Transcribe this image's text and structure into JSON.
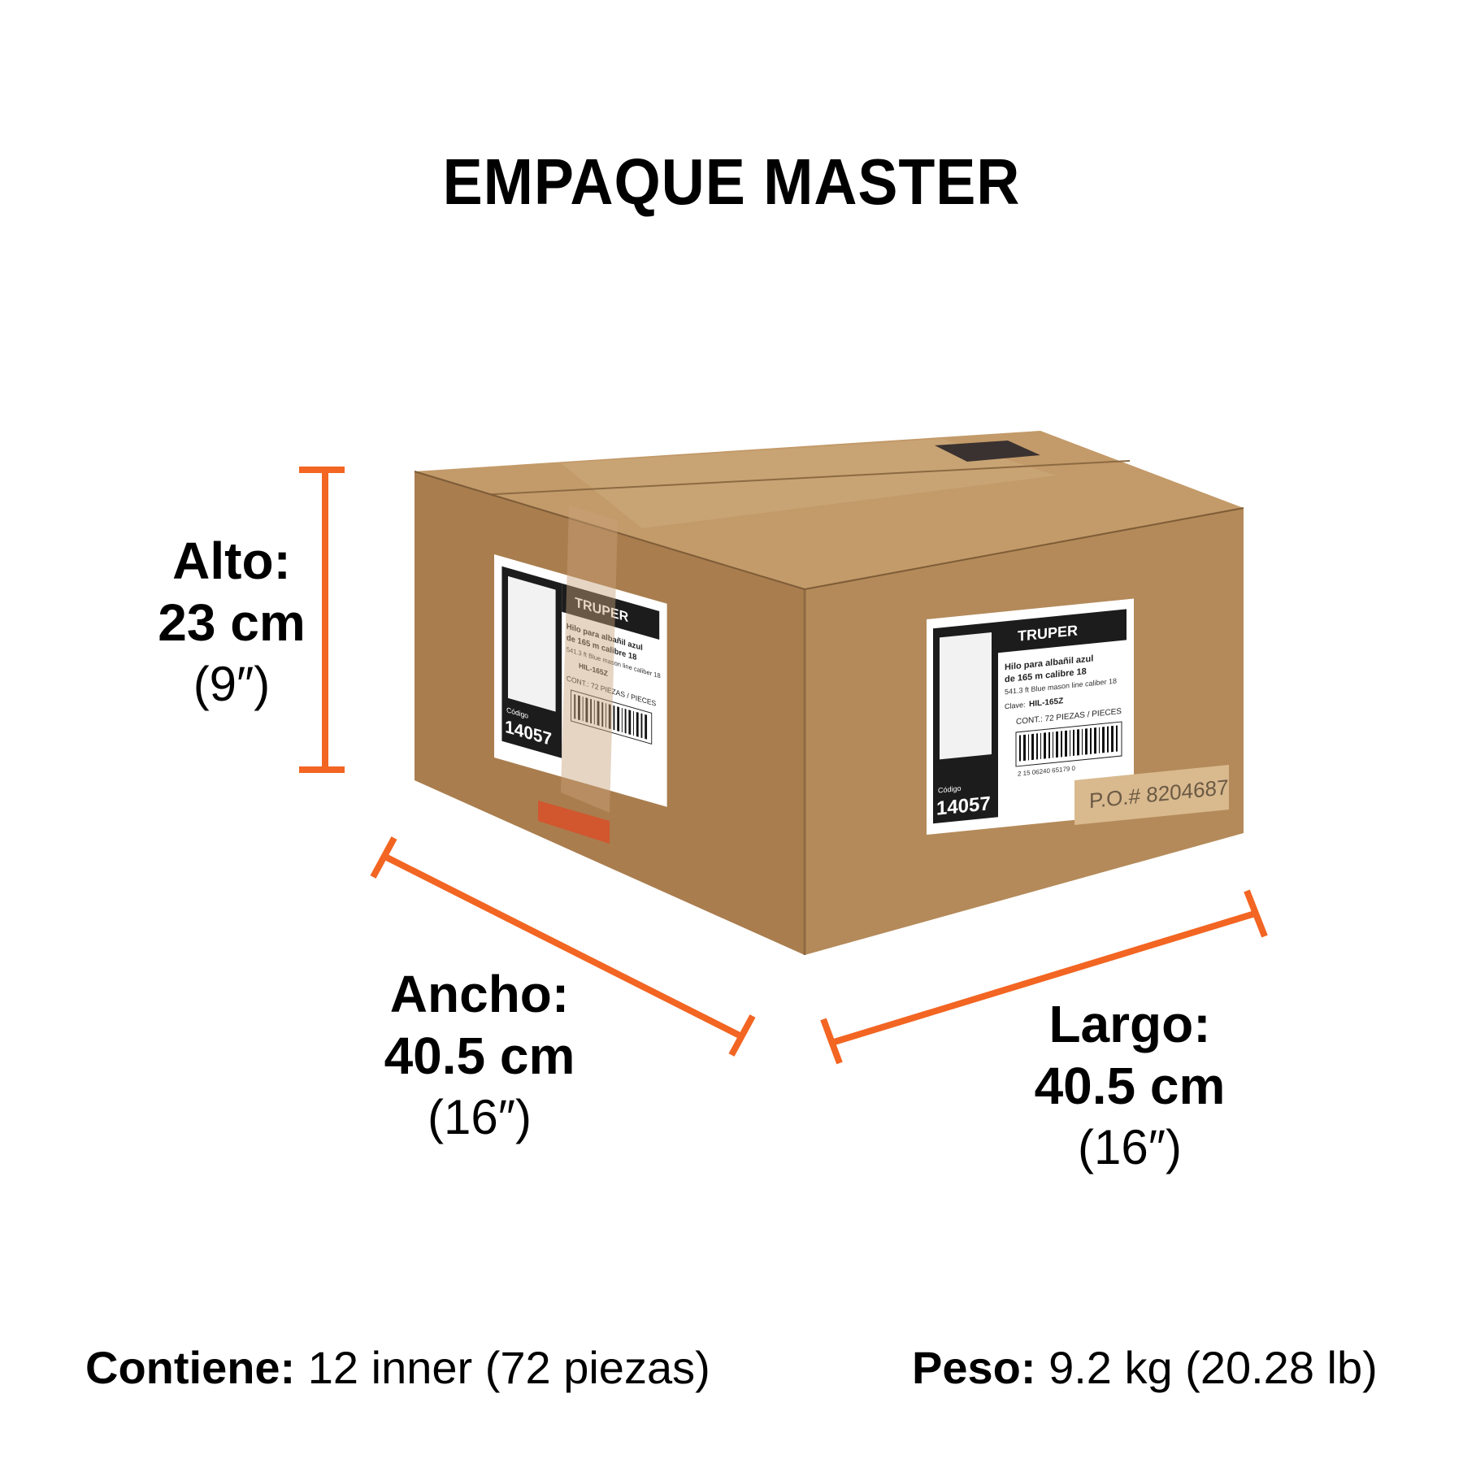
{
  "title": "EMPAQUE MASTER",
  "dimensions": {
    "alto": {
      "label": "Alto:",
      "value": "23 cm",
      "inches": "(9″)"
    },
    "ancho": {
      "label": "Ancho:",
      "value": "40.5 cm",
      "inches": "(16″)"
    },
    "largo": {
      "label": "Largo:",
      "value": "40.5 cm",
      "inches": "(16″)"
    }
  },
  "footer": {
    "contiene_label": "Contiene:",
    "contiene_value": "12 inner (72 piezas)",
    "peso_label": "Peso:",
    "peso_value": "9.2 kg (20.28 lb)"
  },
  "box_label": {
    "brand": "TRUPER",
    "description_line1": "Hilo para albañil azul",
    "description_line2": "de 165 m calibre 18",
    "description_en": "541.3 ft Blue mason line caliber 18",
    "clave_label": "Clave:",
    "clave": "HIL-165Z",
    "contents": "CONT.: 72 PIEZAS / PIECES",
    "codigo_label": "Código",
    "codigo": "14057",
    "barcode_number": "2 15 06240 65179 0",
    "po": "P.O.# 8204687"
  },
  "colors": {
    "accent": "#f26522",
    "cardboard_front": "#b48a5a",
    "cardboard_side": "#a87c4d",
    "cardboard_top": "#c39a69",
    "text": "#000000"
  }
}
